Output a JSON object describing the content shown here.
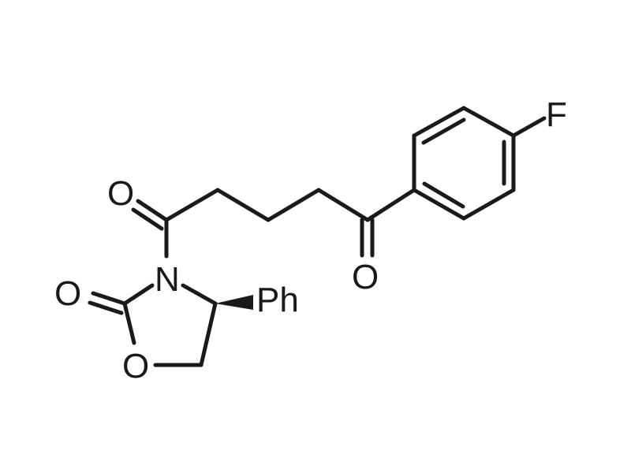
{
  "molecule": {
    "atoms": {
      "carbonyl_o_acyl": "O",
      "carbonyl_o_ketone": "O",
      "carbonyl_o_ring": "O",
      "ring_n": "N",
      "ring_o": "O",
      "fluorine": "F",
      "phenyl_group": "Ph"
    }
  },
  "colors": {
    "ink": "#1a1a1a",
    "background": "#ffffff"
  }
}
